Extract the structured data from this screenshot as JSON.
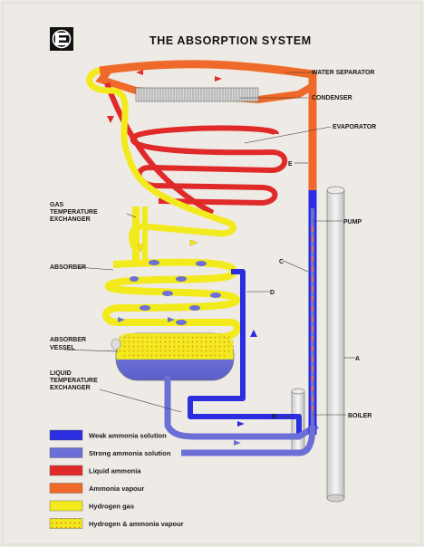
{
  "title": "THE ABSORPTION SYSTEM",
  "logo": {
    "icon": "electrolux-logo-icon"
  },
  "labels": {
    "water_separator": "WATER SEPARATOR",
    "condenser": "CONDENSER",
    "evaporator": "EVAPORATOR",
    "e": "E",
    "gas_temperature_exchanger": [
      "GAS",
      "TEMPERATURE",
      "EXCHANGER"
    ],
    "pump": "PUMP",
    "c": "C",
    "absorber": "ABSORBER",
    "d": "D",
    "absorber_vessel": [
      "ABSORBER",
      "VESSEL"
    ],
    "a": "A",
    "liquid_temperature_exchanger": [
      "LIQUID",
      "TEMPERATURE",
      "EXCHANGER"
    ],
    "b": "B",
    "boiler": "BOILER"
  },
  "legend": [
    {
      "label": "Weak ammonia solution",
      "color": "#2a2ee0",
      "pattern": "solid"
    },
    {
      "label": "Strong ammonia solution",
      "color": "#6b6fd6",
      "pattern": "solid"
    },
    {
      "label": "Liquid ammonia",
      "color": "#e02a2a",
      "pattern": "solid"
    },
    {
      "label": "Ammonia vapour",
      "color": "#ef6a2a",
      "pattern": "solid"
    },
    {
      "label": "Hydrogen gas",
      "color": "#f2ea1c",
      "pattern": "solid"
    },
    {
      "label": "Hydrogen & ammonia vapour",
      "color": "#f2ea1c",
      "pattern": "dotted"
    }
  ]
}
